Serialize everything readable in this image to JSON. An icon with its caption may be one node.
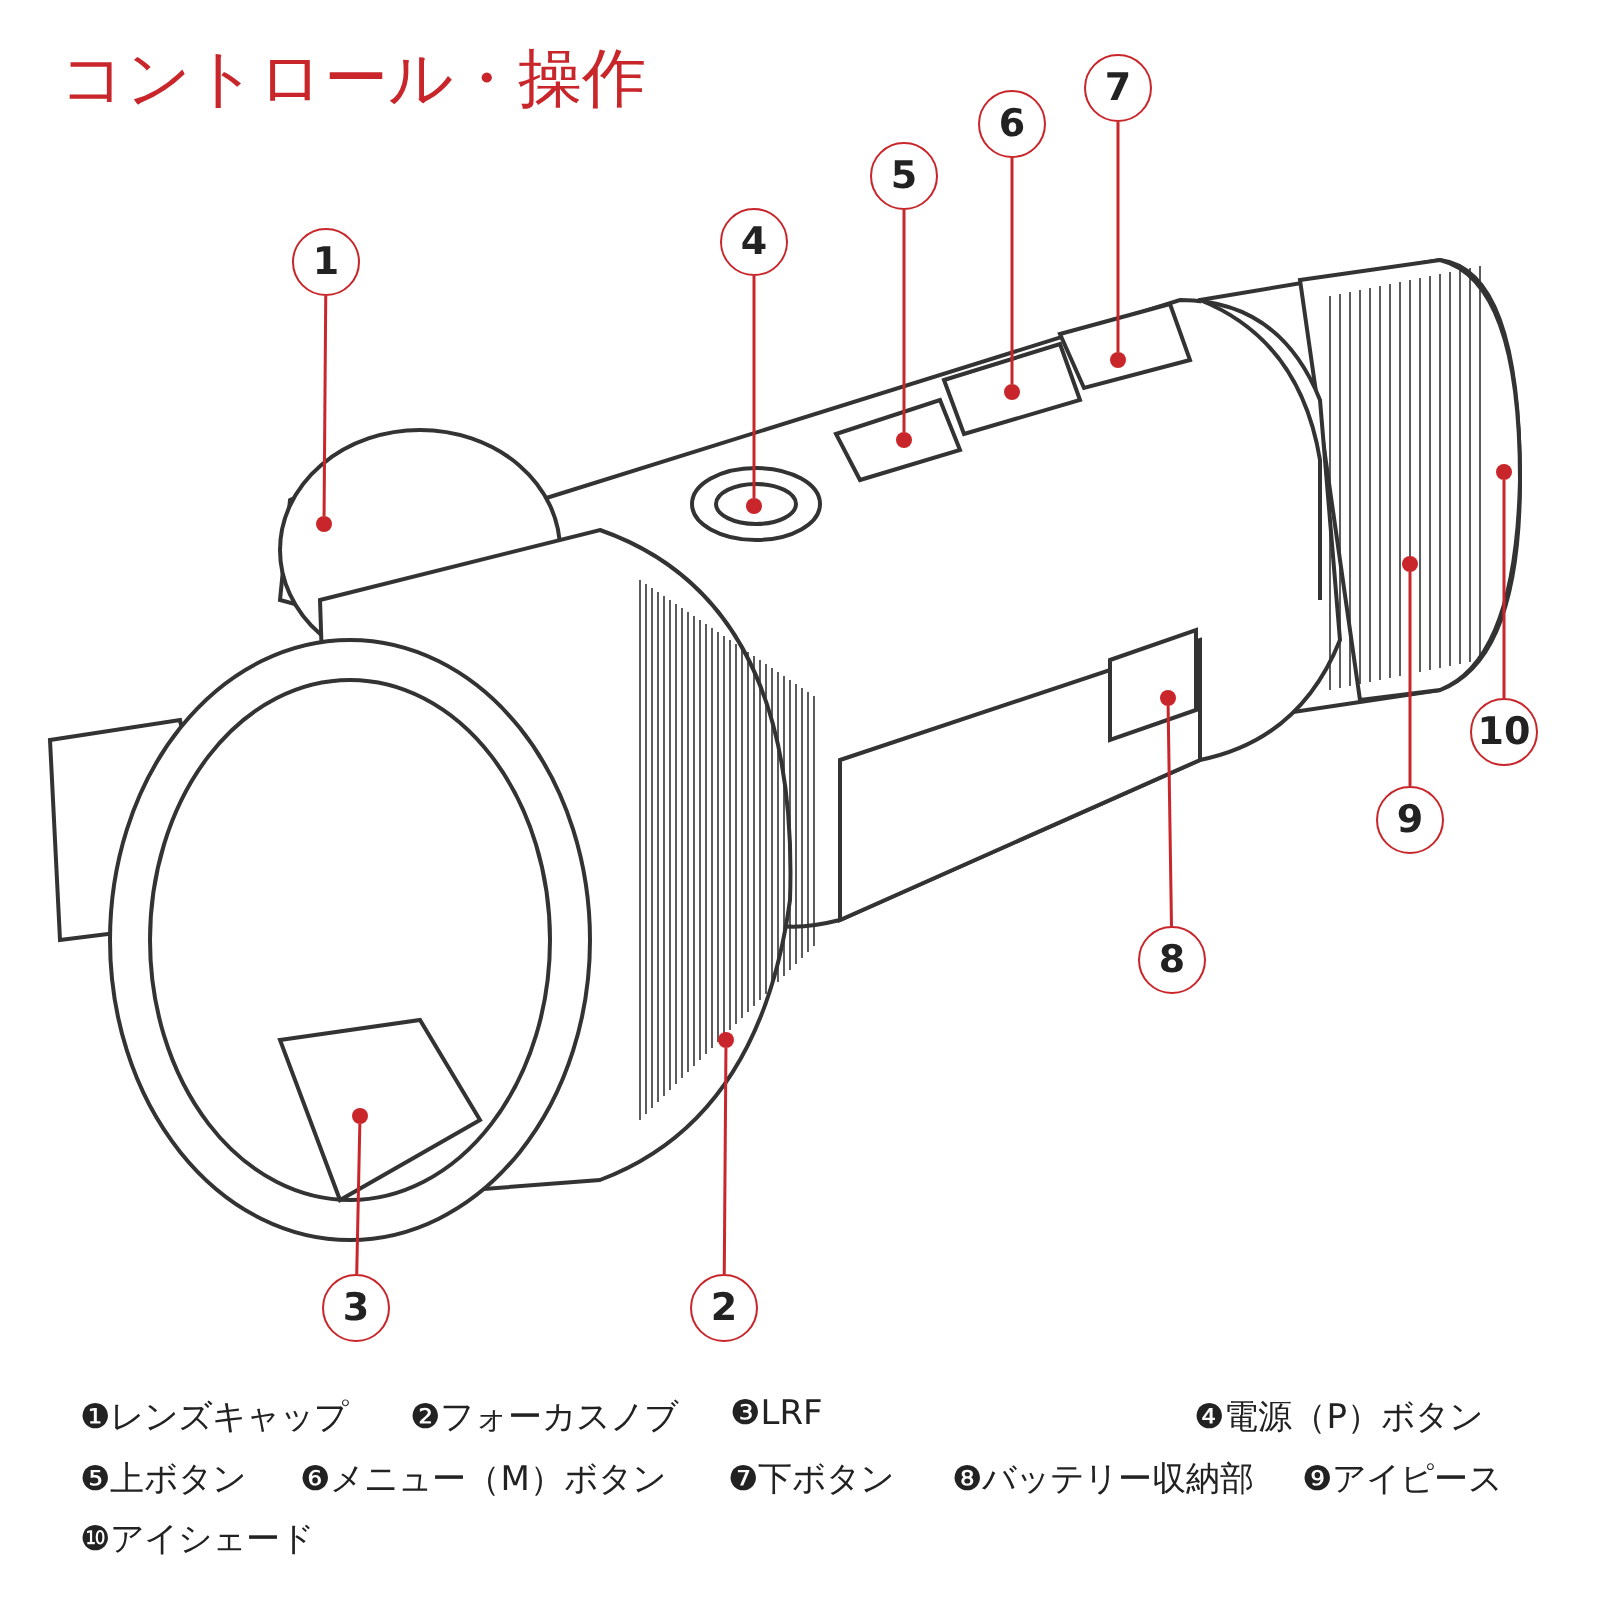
{
  "diagram": {
    "title": "コントロール・操作",
    "nodes": [
      {
        "text": [
          "1"
        ]
      },
      {
        "text": [
          "2"
        ]
      },
      {
        "text": [
          "3"
        ]
      },
      {
        "text": [
          "4"
        ]
      },
      {
        "text": [
          "5"
        ]
      },
      {
        "text": [
          "6"
        ]
      },
      {
        "text": [
          "7"
        ]
      },
      {
        "text": [
          "8"
        ]
      },
      {
        "text": [
          "9"
        ]
      },
      {
        "text": [
          "10"
        ]
      },
      {
        "text": [],
        "shape": "circle"
      },
      {
        "text": [],
        "shape": "circle"
      },
      {
        "text": [],
        "shape": "circle"
      },
      {
        "text": [],
        "shape": "circle"
      },
      {
        "text": [],
        "shape": "circle"
      },
      {
        "text": [],
        "shape": "circle"
      },
      {
        "text": [],
        "shape": "circle"
      },
      {
        "text": [],
        "shape": "circle"
      },
      {
        "text": [],
        "shape": "circle"
      },
      {
        "text": [],
        "shape": "circle"
      }
    ],
    "edges": [
      {
        "from": 0,
        "to": 10,
        "arrow": "none"
      },
      {
        "from": 1,
        "to": 11,
        "arrow": "none"
      },
      {
        "from": 2,
        "to": 12,
        "arrow": "none"
      },
      {
        "from": 3,
        "to": 13,
        "arrow": "none"
      },
      {
        "from": 4,
        "to": 14,
        "arrow": "none"
      },
      {
        "from": 5,
        "to": 15,
        "arrow": "none"
      },
      {
        "from": 6,
        "to": 16,
        "arrow": "none"
      },
      {
        "from": 7,
        "to": 17,
        "arrow": "none"
      },
      {
        "from": 8,
        "to": 18,
        "arrow": "none"
      },
      {
        "from": 9,
        "to": 19,
        "arrow": "none"
      }
    ],
    "labels": [
      "❶レンズキャップ",
      "❷フォーカスノブ",
      "❸LRF",
      "❹電源（P）ボタン",
      "❺上ボタン",
      "❻メニュー（M）ボタン",
      "❼下ボタン",
      "❽バッテリー収納部",
      "❾アイピース",
      "❿アイシェード"
    ]
  }
}
